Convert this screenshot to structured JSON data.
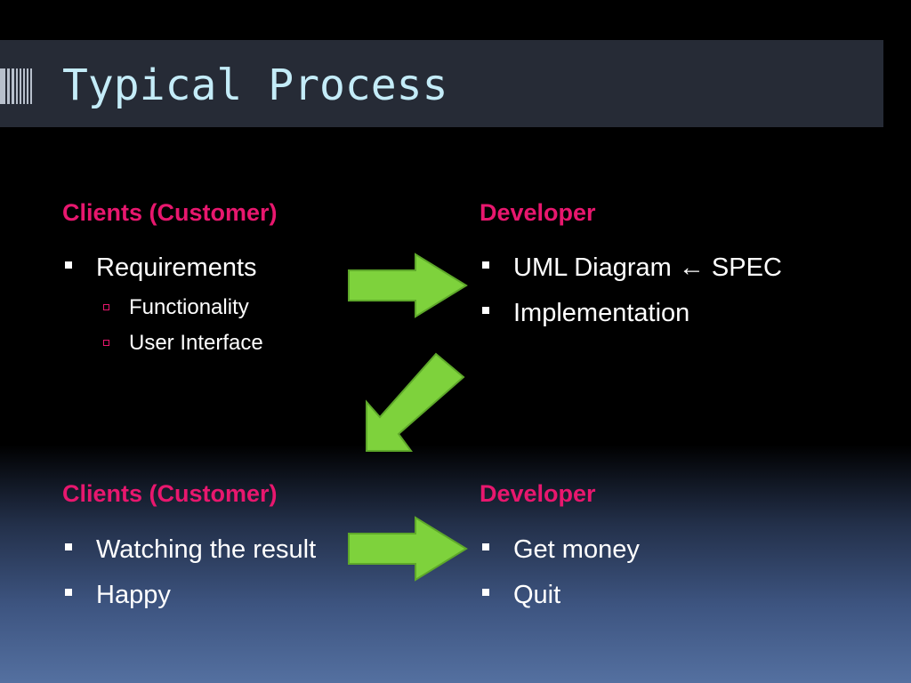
{
  "slide": {
    "title": "Typical Process",
    "top_left": {
      "heading": "Clients (Customer)",
      "items": [
        {
          "label": "Requirements",
          "subitems": [
            "Functionality",
            "User Interface"
          ]
        }
      ]
    },
    "top_right": {
      "heading": "Developer",
      "items": [
        {
          "label": "UML Diagram ← SPEC"
        },
        {
          "label": "Implementation"
        }
      ]
    },
    "bottom_left": {
      "heading": "Clients (Customer)",
      "items": [
        {
          "label": "Watching the result"
        },
        {
          "label": "Happy"
        }
      ]
    },
    "bottom_right": {
      "heading": "Developer",
      "items": [
        {
          "label": "Get money"
        },
        {
          "label": "Quit"
        }
      ]
    }
  },
  "colors": {
    "heading": "#e8176e",
    "title": "#c4ecf8",
    "arrow_fill": "#7ed23c",
    "arrow_stroke": "#5ea82a"
  },
  "icons": [
    "decorative-bars-icon",
    "arrow-right-icon",
    "arrow-down-left-icon"
  ]
}
